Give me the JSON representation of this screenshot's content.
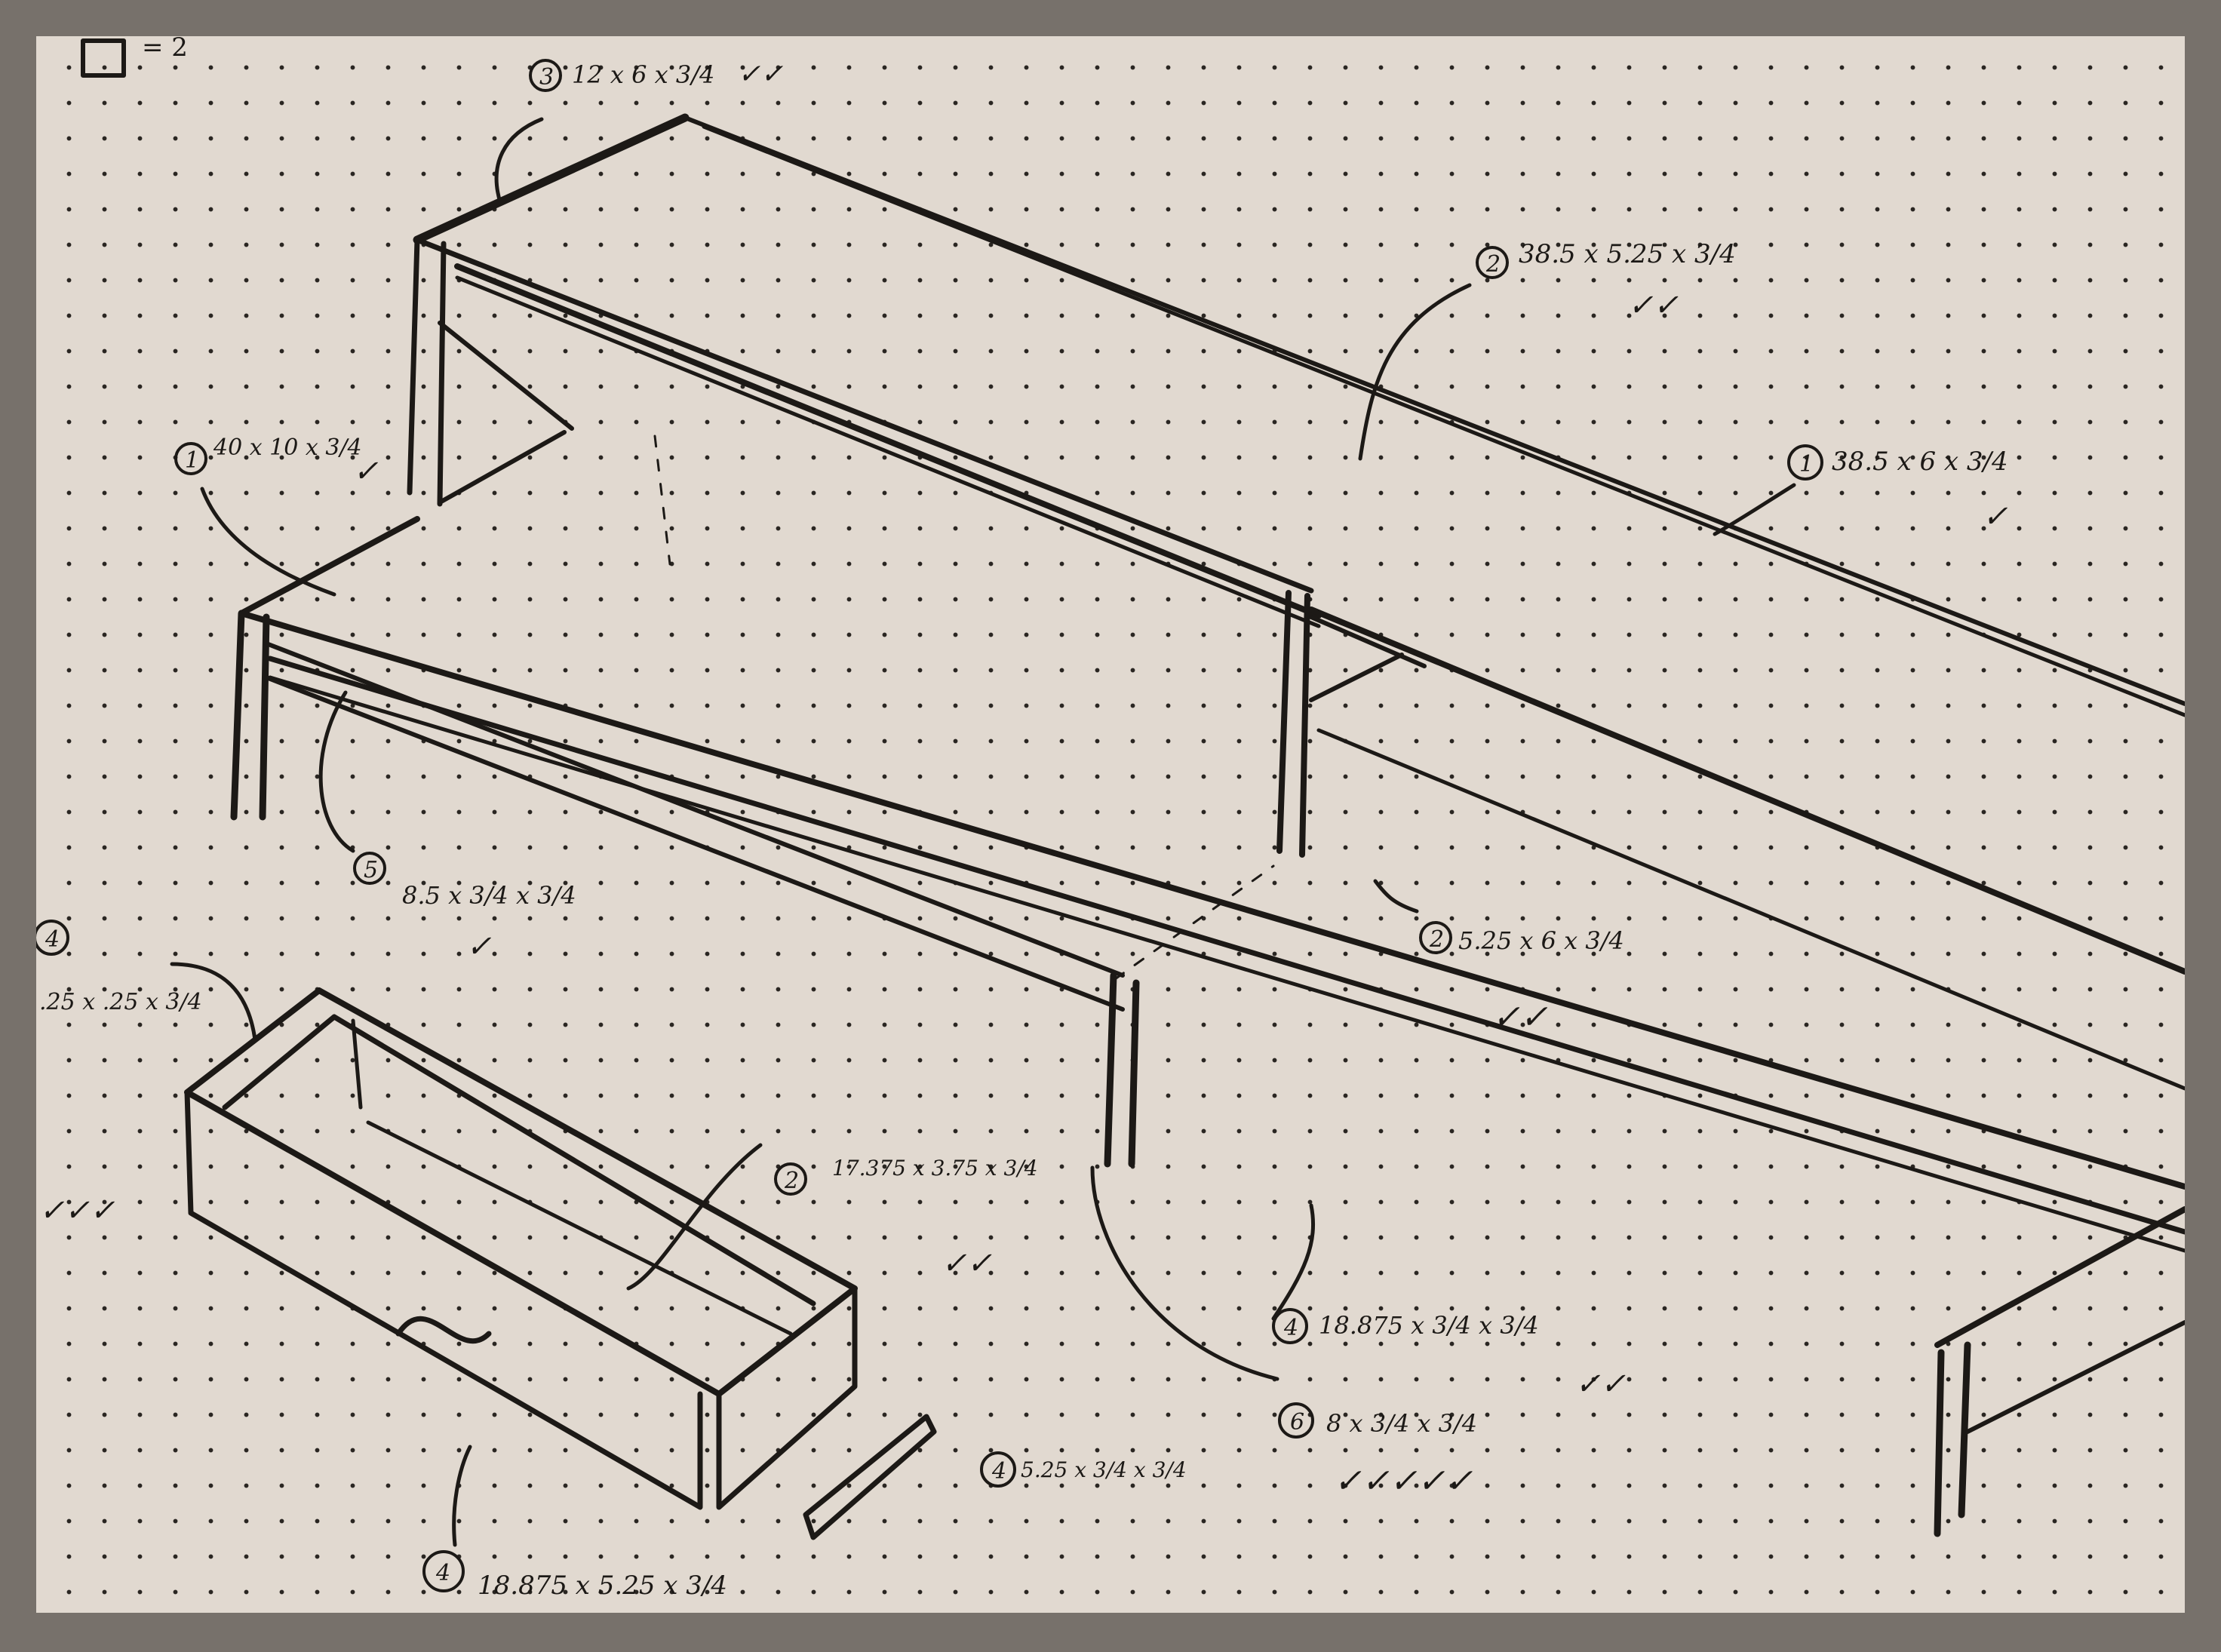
{
  "corner_note": "= 2",
  "annotations": [
    {
      "id": "top-shelf-side",
      "part": "3",
      "dims": "12 x 6 x 3/4",
      "checks": "✓✓"
    },
    {
      "id": "top-shelf-front",
      "part": "2",
      "dims": "38.5 x 5.25 x 3/4",
      "checks": "✓✓"
    },
    {
      "id": "top-shelf-top",
      "part": "1",
      "dims": "38.5 x 6 x 3/4",
      "checks": "✓"
    },
    {
      "id": "base-top",
      "part": "1",
      "dims": "40 x 10 x 3/4",
      "checks": "✓"
    },
    {
      "id": "side-rail",
      "part": "5",
      "dims": "8.5 x 3/4 x 3/4",
      "checks": "✓"
    },
    {
      "id": "divider",
      "part": "2",
      "dims": "5.25 x 6 x 3/4",
      "checks": "✓✓"
    },
    {
      "id": "drawer-side",
      "part": "2",
      "dims": "17.375 x 3.75 x 3/4",
      "checks": "✓✓"
    },
    {
      "id": "long-rail",
      "part": "4",
      "dims": "18.875 x 3/4 x 3/4",
      "checks": "✓✓"
    },
    {
      "id": "leg",
      "part": "6",
      "dims": "8 x 3/4 x 3/4",
      "checks": "✓✓✓✓✓"
    },
    {
      "id": "runner",
      "part": "4",
      "dims": "5.25 x 3/4 x 3/4",
      "checks": ""
    },
    {
      "id": "drawer-front",
      "part": "4",
      "dims": "18.875 x 5.25 x 3/4",
      "checks": ""
    },
    {
      "id": "drawer-bottom-partial",
      "part": "4",
      "dims": ".25 x .25 x 3/4",
      "checks": "✓✓✓"
    }
  ]
}
